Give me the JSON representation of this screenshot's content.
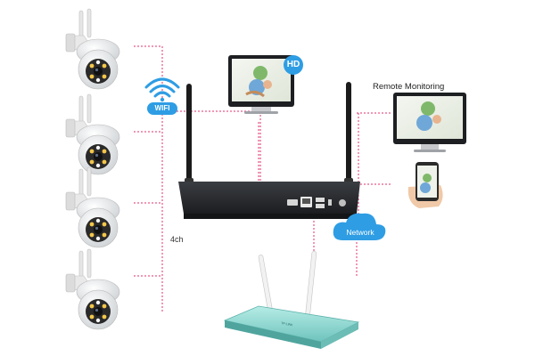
{
  "labels": {
    "wifi": "WIFI",
    "hd": "HD",
    "remote_monitoring": "Remote Monitoring",
    "network": "Network",
    "channels": "4ch"
  },
  "colors": {
    "connector_line": "#e0316e",
    "accent_blue": "#2e9de4",
    "router_body": "#8fd6d0",
    "nvr_body": "#2a2c30",
    "camera_white": "#f2f2f2",
    "antenna_black": "#1b1b1b"
  },
  "icons": {
    "wifi": "wifi-icon",
    "cloud": "cloud-icon",
    "monitor": "monitor-icon",
    "phone": "smartphone-icon",
    "camera": "ptz-camera-icon",
    "router": "router-icon",
    "nvr": "nvr-recorder-icon"
  }
}
